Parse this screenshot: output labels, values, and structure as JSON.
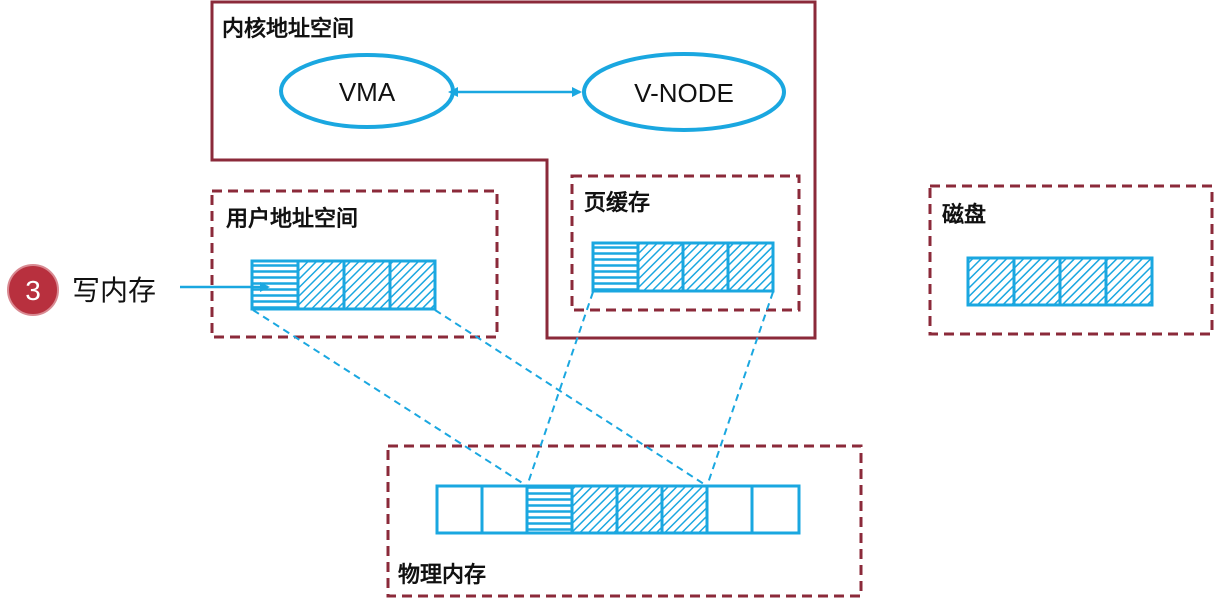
{
  "kernel_space": {
    "title": "内核地址空间",
    "vma": "VMA",
    "vnode": "V-NODE"
  },
  "page_cache": {
    "title": "页缓存"
  },
  "user_space": {
    "title": "用户地址空间"
  },
  "disk": {
    "title": "磁盘"
  },
  "physical_memory": {
    "title": "物理内存"
  },
  "step": {
    "number": "3",
    "label": "写内存"
  },
  "colors": {
    "border": "#8b2a3a",
    "accent": "#1aa7e0",
    "badge": "#b8303e"
  }
}
